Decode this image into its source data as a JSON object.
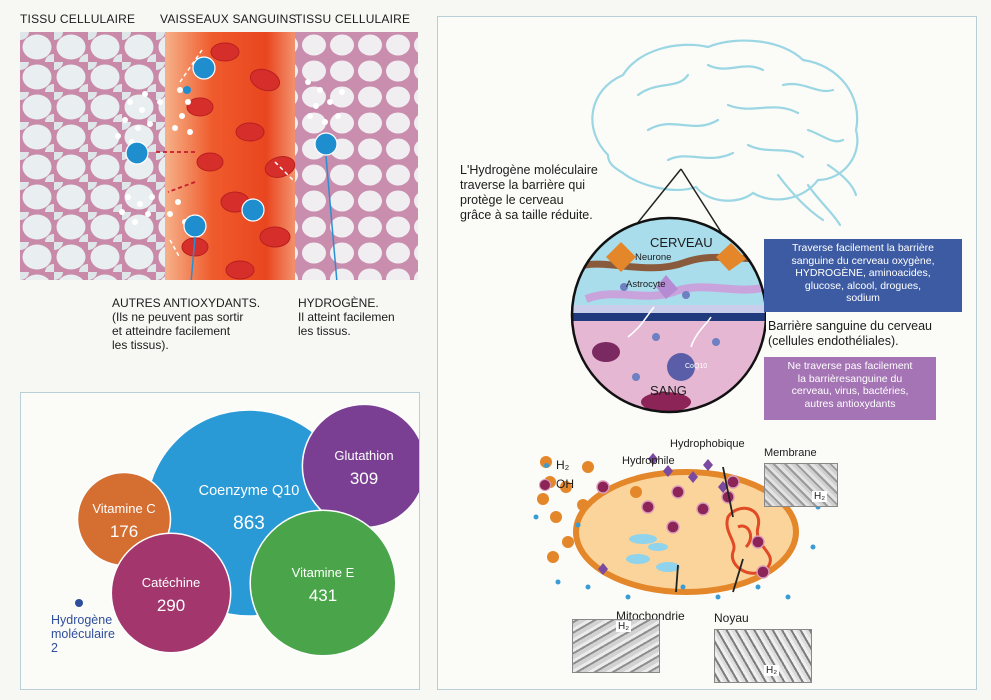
{
  "tissue": {
    "header_left": "TISSU CELLULAIRE",
    "header_mid": "VAISSEAUX SANGUINS",
    "header_right": "TISSU CELLULAIRE",
    "caption_left_title": "AUTRES ANTIOXYDANTS.",
    "caption_left_body_1": "(Ils ne peuvent pas sortir",
    "caption_left_body_2": "et atteindre facilement",
    "caption_left_body_3": "les tissus).",
    "caption_right_title": "HYDROGÈNE.",
    "caption_right_body_1": "Il atteint facilemen",
    "caption_right_body_2": "les tissus."
  },
  "brain": {
    "intro_1": "L'Hydrogène moléculaire",
    "intro_2": "traverse la barrière qui",
    "intro_3": "protège le cerveau",
    "intro_4": "grâce à sa taille réduite.",
    "zone_brain": "CERVEAU",
    "neurone": "Neurone",
    "astrocyte": "Astrocyte",
    "zone_blood": "SANG",
    "coq10": "CoQ10",
    "box_pass_1": "Traverse facilement la barrière",
    "box_pass_2": "sanguine  du cerveau oxygène,",
    "box_pass_3": "HYDROGÈNE, aminoacides,",
    "box_pass_4": "glucose, alcool, drogues,",
    "box_pass_5": "sodium",
    "barrier_1": "Barrière sanguine du cerveau",
    "barrier_2": "(cellules endothéliales).",
    "box_block_1": "Ne traverse pas facilement",
    "box_block_2": "la barrièresanguine du",
    "box_block_3": "cerveau, virus, bactéries,",
    "box_block_4": "autres antioxydants"
  },
  "cell": {
    "h2": "H₂",
    "oh": "OH",
    "hydrophile": "Hydrophile",
    "hydrophobique": "Hydrophobique",
    "membrane": "Membrane",
    "mitochondrie": "Mitochondrie",
    "noyau": "Noyau",
    "micro_h2": "H₂"
  },
  "chart_data": {
    "type": "bubble",
    "title": "",
    "items": [
      {
        "name": "Coenzyme Q10",
        "value": 863,
        "color": "#2a9ad6"
      },
      {
        "name": "Glutathion",
        "value": 309,
        "color": "#7a3f92"
      },
      {
        "name": "Vitamine  C",
        "value": 176,
        "color": "#d56f31"
      },
      {
        "name": "Vitamine E",
        "value": 431,
        "color": "#4aa54a"
      },
      {
        "name": "Catéchine",
        "value": 290,
        "color": "#a2366d"
      }
    ],
    "small_item": {
      "name_1": "Hydrogène",
      "name_2": "moléculaire",
      "value": "2",
      "color": "#2f4f9a"
    }
  },
  "colors": {
    "blue_box": "#3d5ba3",
    "purple_box": "#a474b4",
    "brain_outline": "#9ad6e3"
  }
}
